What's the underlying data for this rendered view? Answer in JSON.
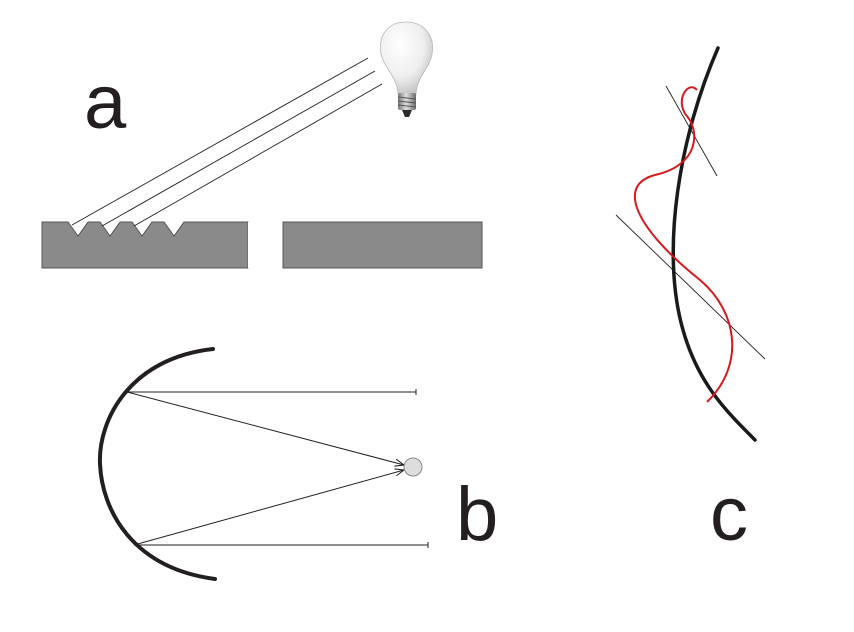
{
  "labels": {
    "a": "a",
    "b": "b",
    "c": "c"
  },
  "colors": {
    "block": "#8a8a8a",
    "stroke": "#231f20",
    "curve": "#1a1a1a",
    "wave": "#d7191c",
    "bulb": "#f2f2f2",
    "focus": "#dddddd"
  },
  "icons": {
    "lamp": "light-bulb-icon"
  }
}
